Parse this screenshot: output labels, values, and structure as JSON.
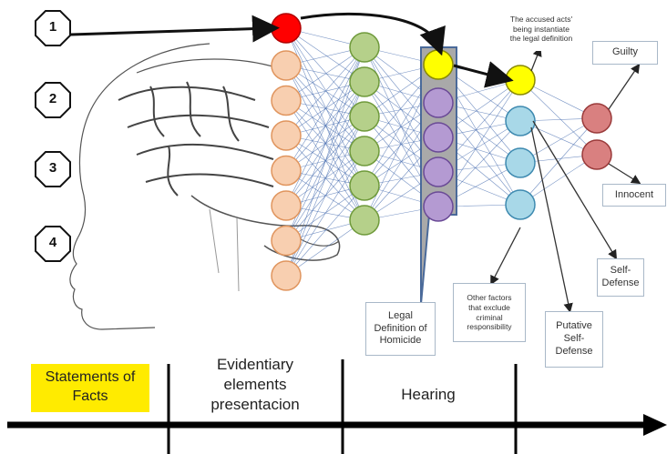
{
  "steps": [
    "1",
    "2",
    "3",
    "4"
  ],
  "annotations": {
    "accused_acts": "The accused acts'\nbeing instantiate\nthe legal definition",
    "other_factors": "Other factors\nthat exclude\ncriminal\nresponsibility",
    "legal_definition": "Legal\nDefinition of\nHomicide"
  },
  "outcomes": {
    "guilty": "Guilty",
    "innocent": "Innocent",
    "self_defense": "Self-\nDefense",
    "putative_self_defense": "Putative\nSelf-\nDefense"
  },
  "timeline": {
    "statements": "Statements of\nFacts",
    "evidentiary": "Evidentiary\nelements\npresentacion",
    "hearing": "Hearing"
  },
  "colors": {
    "input_active": "#ff0000",
    "input_node": "#f8cfb0",
    "hidden1_node": "#b5d08a",
    "hidden2_active": "#ffff00",
    "hidden2_node": "#b49ad2",
    "legal_panel": "#a9a9a9",
    "hidden3_active": "#ffff00",
    "hidden3_node": "#a8d8e8",
    "output_node": "#d98080",
    "connection": "#4a6fb0",
    "statements_bg": "#ffeb00"
  }
}
